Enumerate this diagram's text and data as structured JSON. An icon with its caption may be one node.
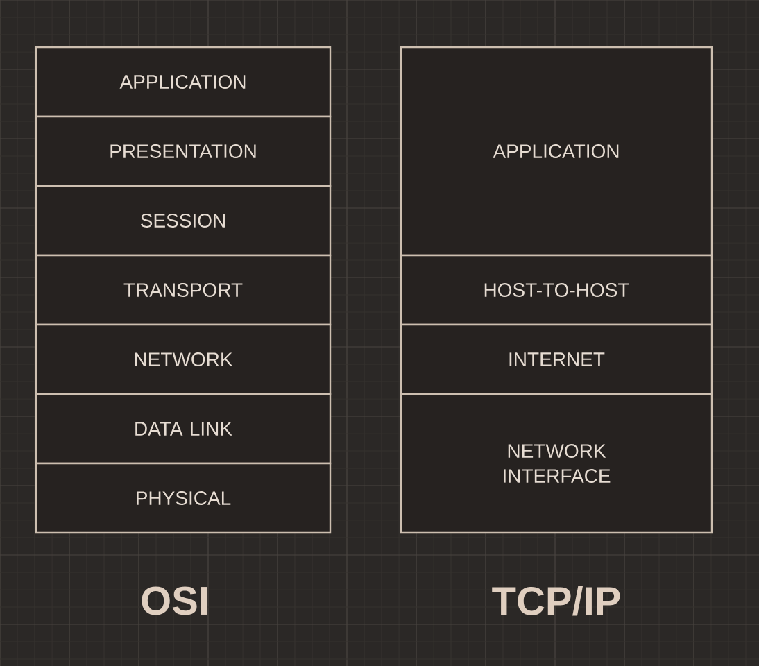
{
  "diagram": {
    "nodes": [
      {
        "text": [
          "APPLICATION"
        ]
      },
      {
        "text": [
          "PRESENTATION"
        ]
      },
      {
        "text": [
          "SESSION"
        ]
      },
      {
        "text": [
          "TRANSPORT"
        ]
      },
      {
        "text": [
          "NETWORK"
        ]
      },
      {
        "text": [
          "DATA LINK"
        ]
      },
      {
        "text": [
          "PHYSICAL"
        ]
      },
      {
        "text": [
          "APPLICATION"
        ]
      },
      {
        "text": [
          "HOST-TO-HOST"
        ]
      },
      {
        "text": [
          "INTERNET"
        ]
      },
      {
        "text": [
          "NETWORK INTERFACE"
        ]
      }
    ],
    "edges": [],
    "labels": [
      "OSI",
      "TCP/IP"
    ]
  }
}
